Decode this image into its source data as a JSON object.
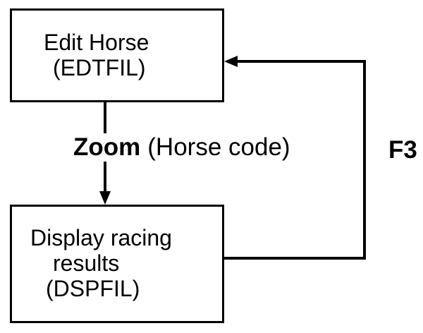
{
  "diagram": {
    "colors": {
      "background": "#ffffff",
      "line": "#000000",
      "text": "#000000"
    },
    "top_box": {
      "line1": "Edit Horse",
      "line2": "(EDTFIL)"
    },
    "bottom_box": {
      "line1": "Display racing",
      "line2": "results",
      "line3": "(DSPFIL)"
    },
    "transition_label": {
      "bold": "Zoom",
      "rest": "(Horse code)"
    },
    "return_label": "F3"
  }
}
